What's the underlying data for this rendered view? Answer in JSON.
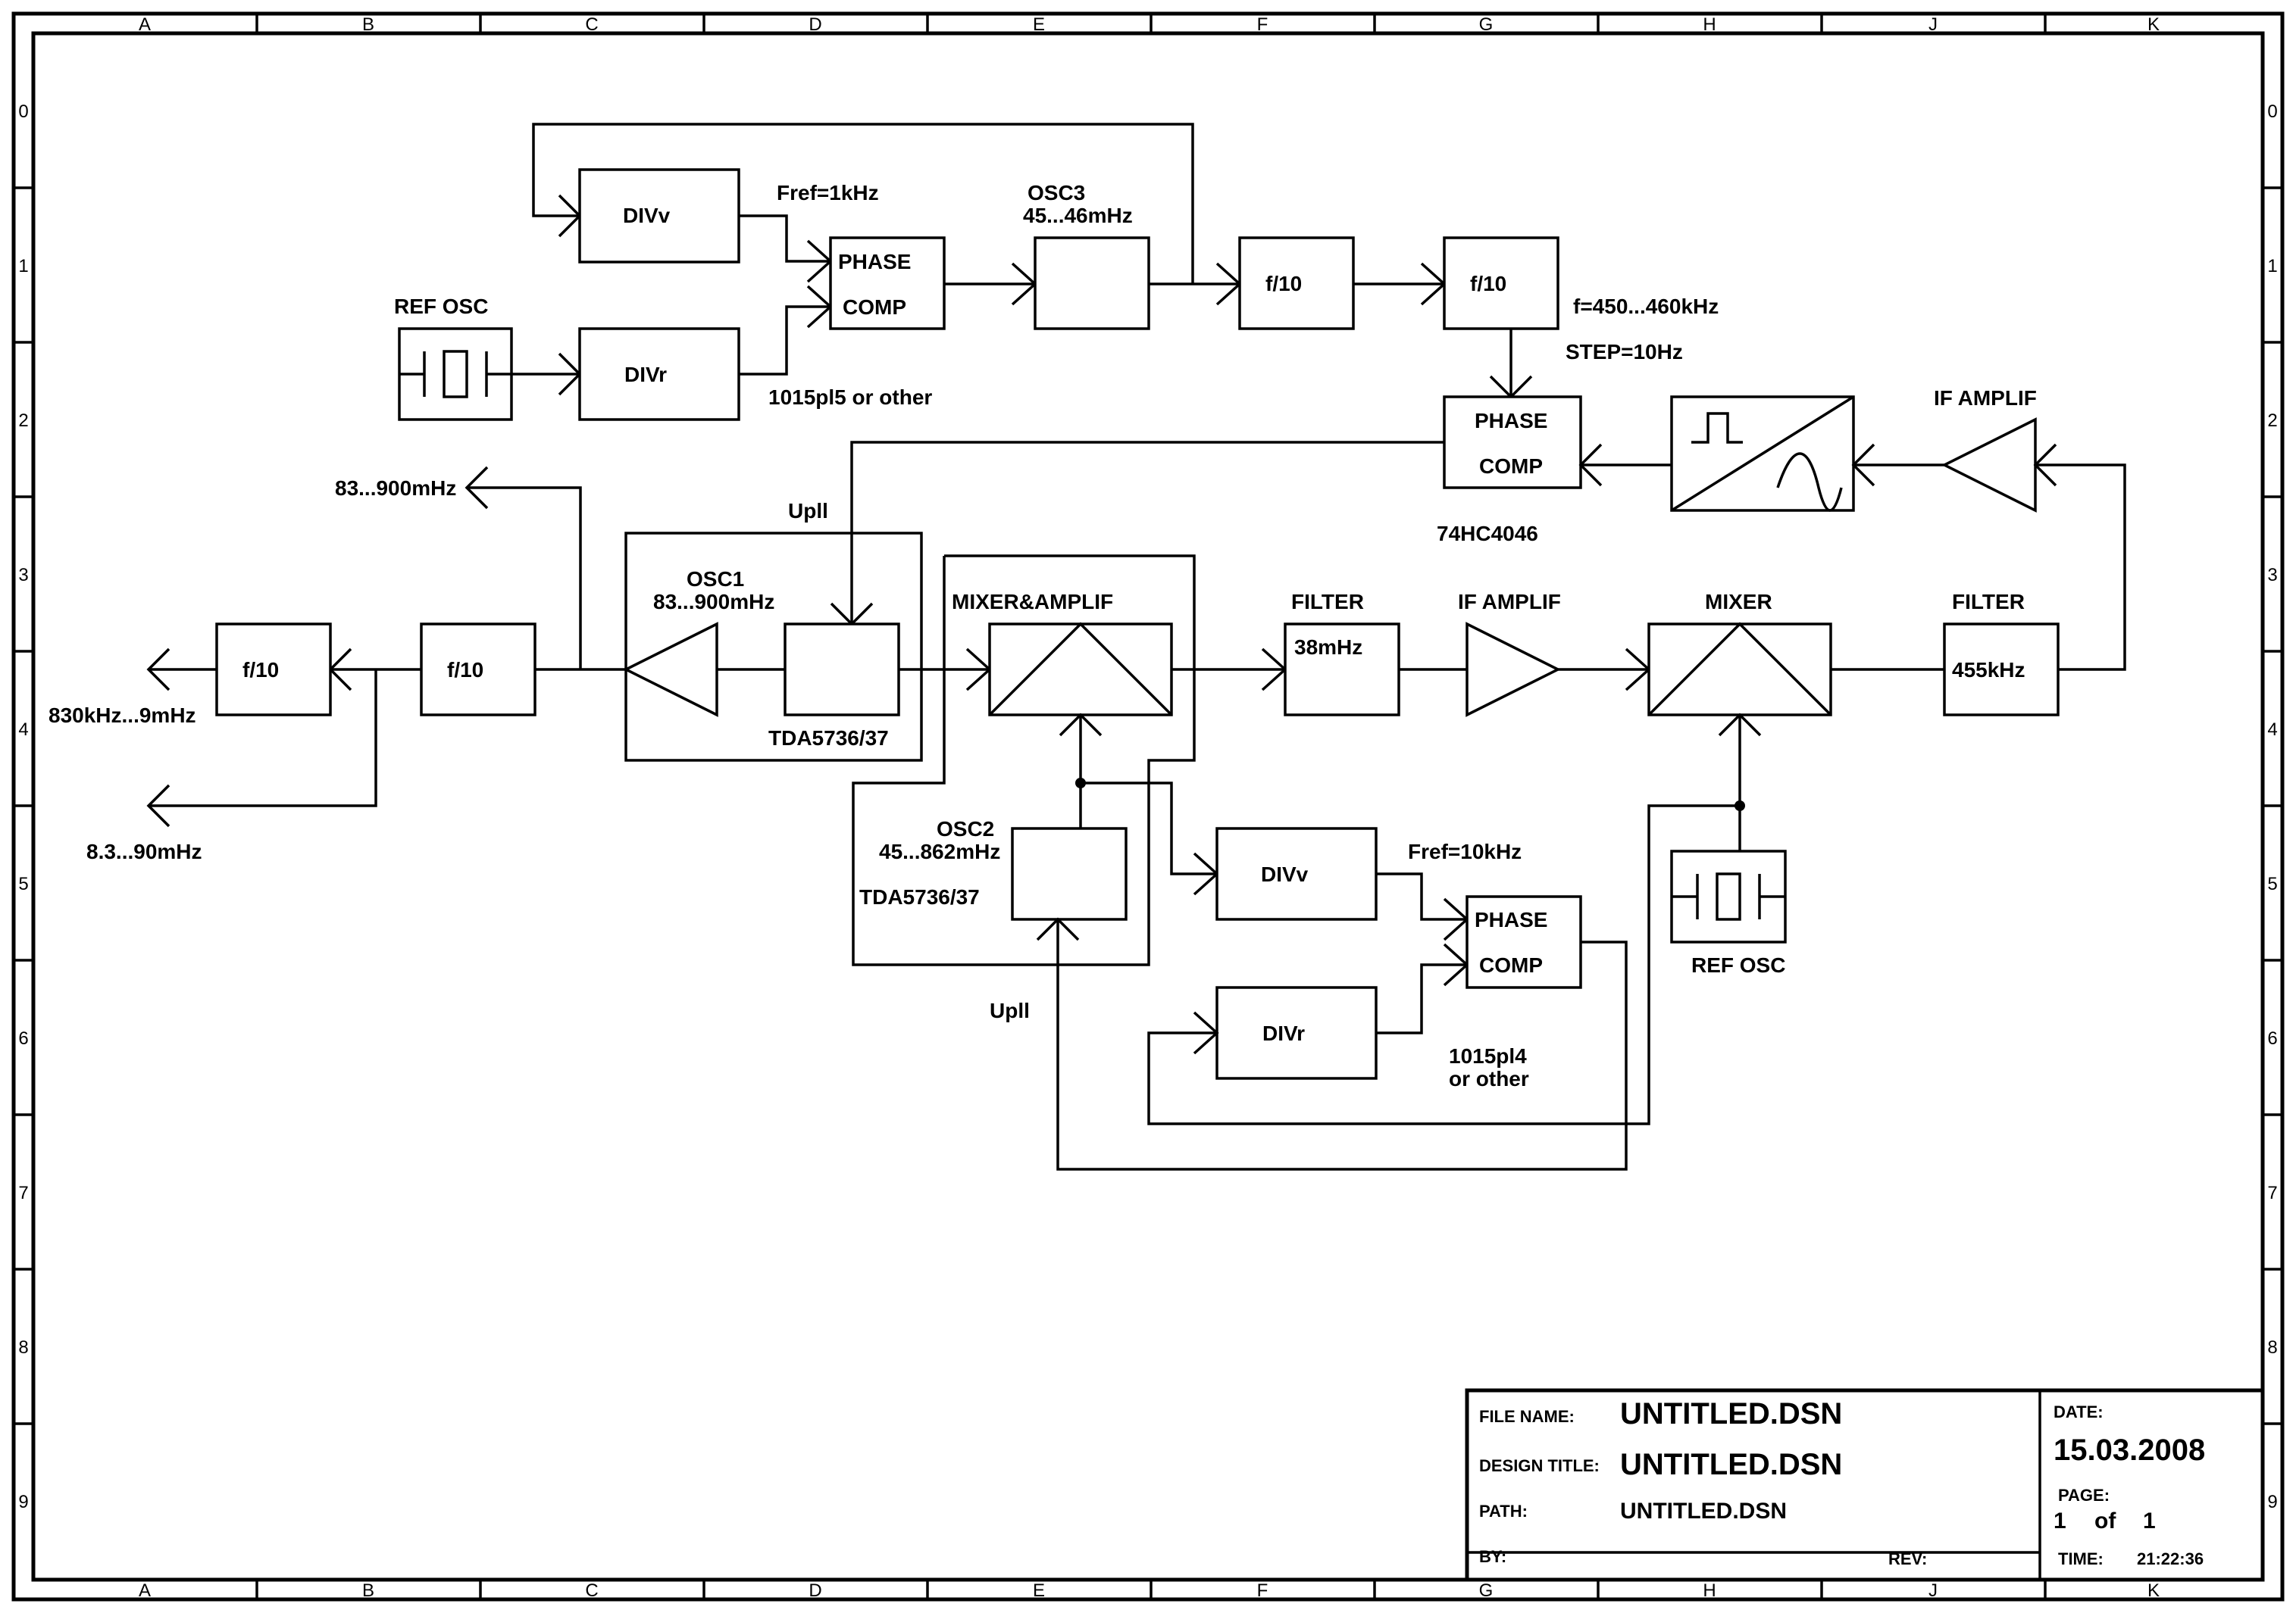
{
  "grid": {
    "columns": [
      "A",
      "B",
      "C",
      "D",
      "E",
      "F",
      "G",
      "H",
      "J",
      "K"
    ],
    "rows": [
      "0",
      "1",
      "2",
      "3",
      "4",
      "5",
      "6",
      "7",
      "8",
      "9"
    ]
  },
  "blocks": {
    "divv_top": "DIVv",
    "divr_top": "DIVr",
    "ref_osc_top": "REF OSC",
    "fref_1khz": "Fref=1kHz",
    "pc_top_line1": "PHASE",
    "pc_top_line2": "COMP",
    "osc3": "OSC3",
    "osc3_range": "45...46mHz",
    "div_1015pl5": "1015pl5 or other",
    "f10_top_a": "f/10",
    "f10_top_b": "f/10",
    "f_range": "f=450...460kHz",
    "step": "STEP=10Hz",
    "pc_mid_line1": "PHASE",
    "pc_mid_line2": "COMP",
    "chip_74hc4046": "74HC4046",
    "if_amplif_top": "IF   AMPLIF",
    "out_83_900": "83...900mHz",
    "upll_top": "Upll",
    "osc1": "OSC1",
    "osc1_range": "83...900mHz",
    "tda_top": "TDA5736/37",
    "mixer_amplif": "MIXER&AMPLIF",
    "filter1": "FILTER",
    "filter1_freq": "38mHz",
    "if_amplif_mid": "IF   AMPLIF",
    "mixer": "MIXER",
    "filter2": "FILTER",
    "filter2_freq": "455kHz",
    "f10_left_a": "f/10",
    "f10_left_b": "f/10",
    "out_830k_9m": "830kHz...9mHz",
    "out_8_3_90": "8.3...90mHz",
    "osc2": "OSC2",
    "osc2_range": "45...862mHz",
    "tda_bottom": "TDA5736/37",
    "upll_bottom": "Upll",
    "divv_bottom": "DIVv",
    "divr_bottom": "DIVr",
    "fref_10khz": "Fref=10kHz",
    "pc_bot_line1": "PHASE",
    "pc_bot_line2": "COMP",
    "div_1015pl4_line1": "1015pl4",
    "div_1015pl4_line2": "or other",
    "ref_osc_bottom": "REF OSC"
  },
  "title_block": {
    "file_name_label": "FILE NAME:",
    "file_name": "UNTITLED.DSN",
    "design_title_label": "DESIGN TITLE:",
    "design_title": "UNTITLED.DSN",
    "path_label": "PATH:",
    "path": "UNTITLED.DSN",
    "by_label": "BY:",
    "rev_label": "REV:",
    "date_label": "DATE:",
    "date": "15.03.2008",
    "page_label": "PAGE:",
    "page_current": "1",
    "page_of": "of",
    "page_total": "1",
    "time_label": "TIME:",
    "time": "21:22:36"
  }
}
